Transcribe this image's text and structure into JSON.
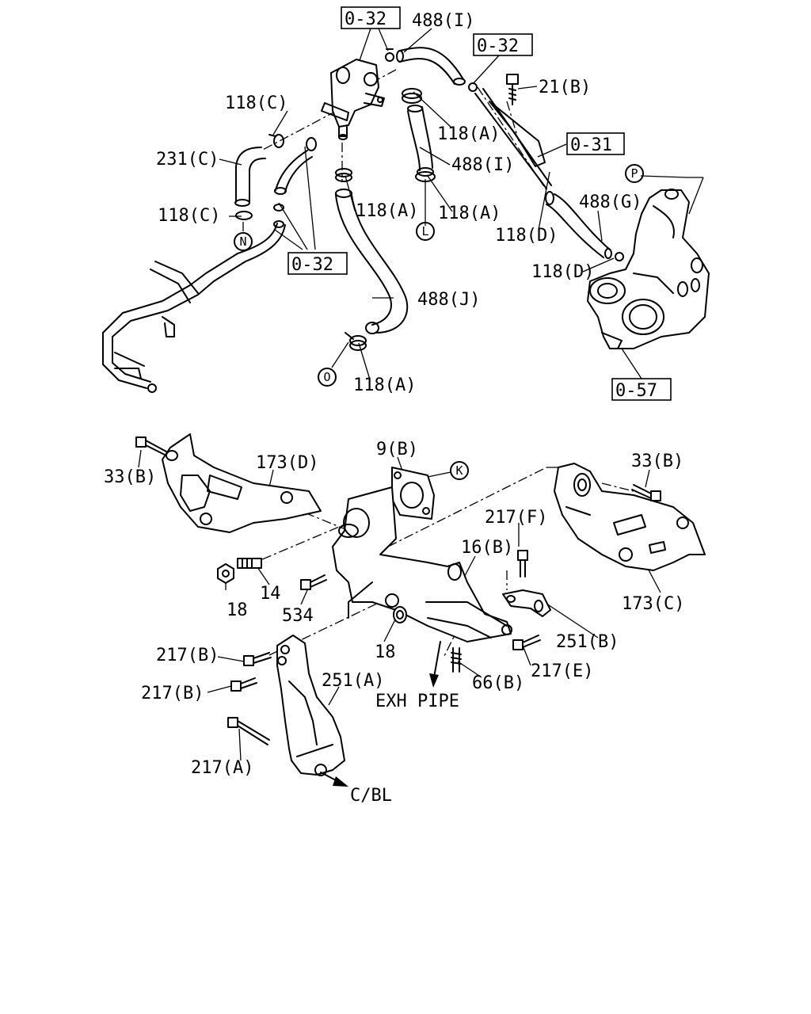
{
  "callouts": {
    "box_0_32_a": "0-32",
    "box_0_32_b": "0-32",
    "box_0_32_c": "0-32",
    "box_0_31": "0-31",
    "box_0_57": "0-57",
    "hose_488_i_top": "488(I)",
    "hose_488_i_mid": "488(I)",
    "hose_488_g": "488(G)",
    "hose_488_j": "488(J)",
    "hose_231_c": "231(C)",
    "clamp_118_c_top": "118(C)",
    "clamp_118_c_bot": "118(C)",
    "clamp_118_a_1": "118(A)",
    "clamp_118_a_2": "118(A)",
    "clamp_118_a_3": "118(A)",
    "clamp_118_a_4": "118(A)",
    "clamp_118_d_1": "118(D)",
    "clamp_118_d_2": "118(D)",
    "bolt_21_b": "21(B)",
    "bolt_33_b_left": "33(B)",
    "bolt_33_b_right": "33(B)",
    "cover_173_d": "173(D)",
    "cover_173_c": "173(C)",
    "gasket_9_b": "9(B)",
    "pipe_16_b": "16(B)",
    "bolt_217_f": "217(F)",
    "bolt_217_b_1": "217(B)",
    "bolt_217_b_2": "217(B)",
    "bolt_217_a": "217(A)",
    "bolt_217_e": "217(E)",
    "bracket_251_b": "251(B)",
    "bracket_251_a": "251(A)",
    "nut_18_left": "18",
    "nut_18_mid": "18",
    "stud_14": "14",
    "bolt_534": "534",
    "stud_66_b": "66(B)",
    "exh_pipe": "EXH PIPE",
    "c_bl": "C/BL"
  },
  "ref_circles": {
    "n": "N",
    "l": "L",
    "o": "O",
    "p": "P",
    "k": "K"
  }
}
